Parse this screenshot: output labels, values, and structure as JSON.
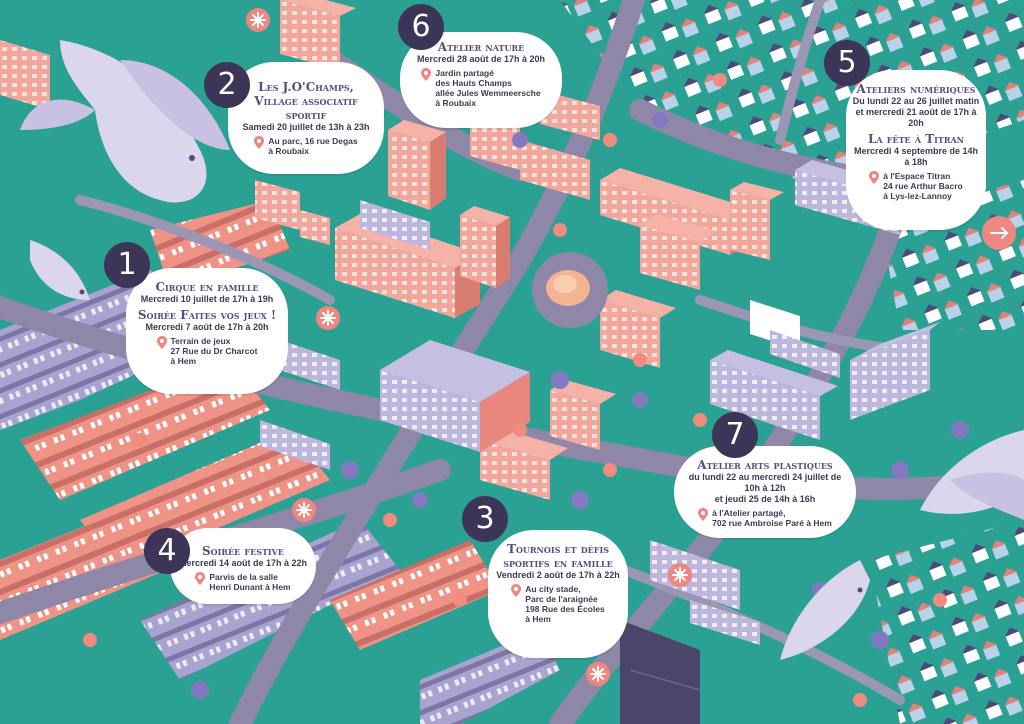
{
  "colors": {
    "grass": "#2aa193",
    "road": "#8e87a8",
    "building_pink": "#ef9387",
    "building_lavender": "#a9a3cf",
    "badge": "#3c3557",
    "text": "#3f3a52",
    "title": "#5a4a80",
    "accent": "#ee8780"
  },
  "events": [
    {
      "number": "1",
      "title": "Cirque en famille",
      "when": "Mercredi 10 juillet de 17h à 19h",
      "title2": "Soirée Faites vos jeux !",
      "when2": "Mercredi 7 août de 17h à 20h",
      "address": [
        "Terrain de jeux",
        "27 Rue du Dr Charcot",
        "à Hem"
      ],
      "icon": "map-pin-icon"
    },
    {
      "number": "2",
      "title": "Les J.O'Champs,",
      "title2": "Village associatif sportif",
      "when": "Samedi 20 juillet de 13h à 23h",
      "address": [
        "Au parc, 16 rue Degas",
        "à Roubaix"
      ],
      "icon": "map-pin-icon"
    },
    {
      "number": "3",
      "title": "Tournois et défis",
      "title2": "sportifs en famille",
      "when": "Vendredi 2 août de 17h à 22h",
      "address": [
        "Au city stade,",
        "Parc de l'araignée",
        "198 Rue des Écoles",
        "à Hem"
      ],
      "icon": "map-pin-icon"
    },
    {
      "number": "4",
      "title": "Soirée festive",
      "when": "Mercredi 14 août de 17h à 22h",
      "address": [
        "Parvis de la salle",
        "Henri Dunant à Hem"
      ],
      "icon": "map-pin-icon"
    },
    {
      "number": "5",
      "title": "Ateliers numériques",
      "when": "Du lundi 22 au 26 juillet matin",
      "when_b": "et mercredi 21 août de 17h à 20h",
      "title2": "La fête à Titran",
      "when2": "Mercredi 4 septembre de 14h à 18h",
      "address": [
        "à l'Espace Titran",
        "24 rue Arthur Bacro",
        "à Lys-lez-Lannoy"
      ],
      "icon": "map-pin-icon"
    },
    {
      "number": "6",
      "title": "Atelier nature",
      "when": "Mercredi 28 août de 17h à 20h",
      "address": [
        "Jardin partagé",
        "des Hauts Champs",
        "allée Jules Wemmeersche",
        "à Roubaix"
      ],
      "icon": "map-pin-icon"
    },
    {
      "number": "7",
      "title": "Atelier arts plastiques",
      "when": "du lundi 22 au mercredi 24 juillet de 10h à 12h",
      "when_b": "et jeudi 25 de 14h à 16h",
      "address": [
        "à l'Atelier partagé,",
        "702 rue Ambroise Paré à Hem"
      ],
      "icon": "map-pin-icon"
    }
  ],
  "next_button_icon": "arrow-right-icon",
  "decor_icons": [
    "asterisk-icon",
    "bird-icon"
  ]
}
